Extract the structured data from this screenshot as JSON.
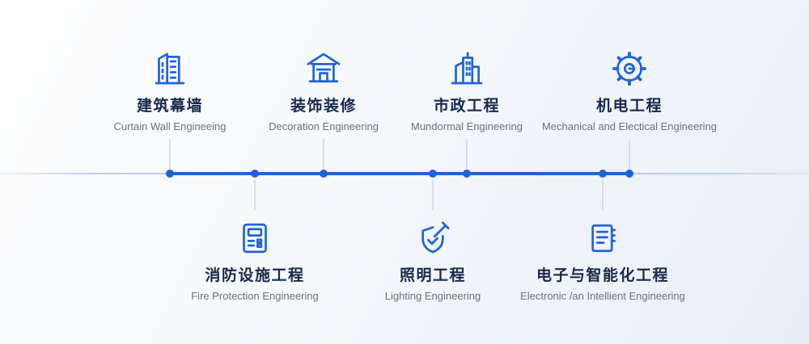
{
  "theme": {
    "accent": "#1e63d6",
    "title_color": "#18294b",
    "subtitle_color": "#68727e"
  },
  "top_items": [
    {
      "zh": "建筑幕墙",
      "en": "Curtain Wall Engineeing",
      "icon": "building-icon"
    },
    {
      "zh": "装饰装修",
      "en": "Decoration Engineering",
      "icon": "house-icon"
    },
    {
      "zh": "市政工程",
      "en": "Mundormal Engineering",
      "icon": "city-buildings-icon"
    },
    {
      "zh": "机电工程",
      "en": "Mechanical and Electical Engineering",
      "icon": "gear-icon"
    }
  ],
  "bottom_items": [
    {
      "zh": "消防设施工程",
      "en": "Fire Protection Engineering",
      "icon": "control-panel-icon"
    },
    {
      "zh": "照明工程",
      "en": "Lighting Engineering",
      "icon": "shield-flashlight-icon"
    },
    {
      "zh": "电子与智能化工程",
      "en": "Electronic /an Intellient Engineering",
      "icon": "notepad-icon"
    }
  ]
}
